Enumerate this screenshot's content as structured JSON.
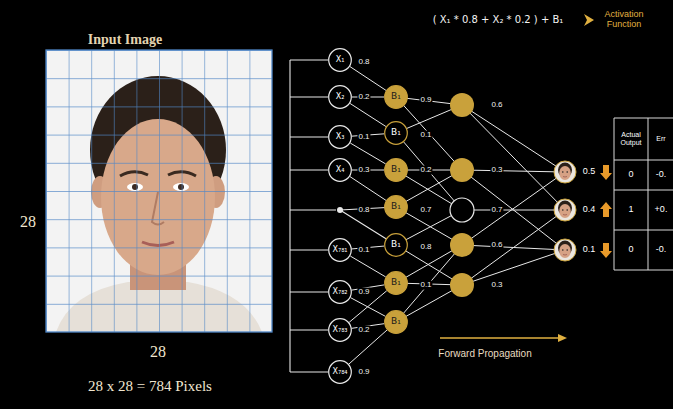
{
  "diagram": {
    "nodes": [
      {
        "text": [
          "X₁"
        ]
      },
      {
        "text": [
          "X₂"
        ]
      },
      {
        "text": [
          "X₃"
        ]
      },
      {
        "text": [
          "X₄"
        ]
      },
      {
        "text": [
          "X₇₈₁"
        ]
      },
      {
        "text": [
          "X₇₈₂"
        ]
      },
      {
        "text": [
          "X₇₈₃"
        ]
      },
      {
        "text": [
          "X₇₈₄"
        ]
      },
      {
        "text": [
          "B₁"
        ]
      },
      {
        "text": [
          "B₁"
        ]
      },
      {
        "text": [
          "B₁"
        ]
      },
      {
        "text": [
          "B₁"
        ]
      },
      {
        "text": [
          "B₁"
        ]
      },
      {
        "text": [
          "B₁"
        ]
      },
      {
        "text": [
          "B₁"
        ]
      }
    ],
    "edges": [
      {
        "from": 0,
        "to": 8,
        "arrow": "none"
      },
      {
        "from": 1,
        "to": 8,
        "arrow": "none"
      },
      {
        "from": 1,
        "to": 9,
        "arrow": "none"
      },
      {
        "from": 2,
        "to": 9,
        "arrow": "none"
      },
      {
        "from": 2,
        "to": 10,
        "arrow": "none"
      },
      {
        "from": 3,
        "to": 10,
        "arrow": "none"
      },
      {
        "from": 3,
        "to": 11,
        "arrow": "none"
      },
      {
        "from": 4,
        "to": 12,
        "arrow": "none"
      },
      {
        "from": 4,
        "to": 13,
        "arrow": "none"
      },
      {
        "from": 5,
        "to": 13,
        "arrow": "none"
      },
      {
        "from": 5,
        "to": 14,
        "arrow": "none"
      },
      {
        "from": 6,
        "to": 13,
        "arrow": "none"
      },
      {
        "from": 6,
        "to": 14,
        "arrow": "none"
      },
      {
        "from": 7,
        "to": 14,
        "arrow": "none"
      }
    ],
    "labels": [
      "Input Image",
      "28",
      "28",
      "28 x 28 = 784 Pixels",
      "( X₁ * 0.8 + X₂ * 0.2 ) + B₁",
      "Activation Function",
      "0.8",
      "0.2",
      "0.1",
      "0.3",
      "0.8",
      "0.1",
      "0.9",
      "0.2",
      "0.9",
      "0.9",
      "0.1",
      "0.2",
      "0.7",
      "0.8",
      "0.1",
      "0.6",
      "0.3",
      "0.7",
      "0.6",
      "0.3",
      "0.5",
      "0.4",
      "0.1",
      "Actual Output",
      "Err",
      "0",
      "-0.",
      "1",
      "+0.",
      "0",
      "-0.",
      "Forward Propagation"
    ]
  }
}
